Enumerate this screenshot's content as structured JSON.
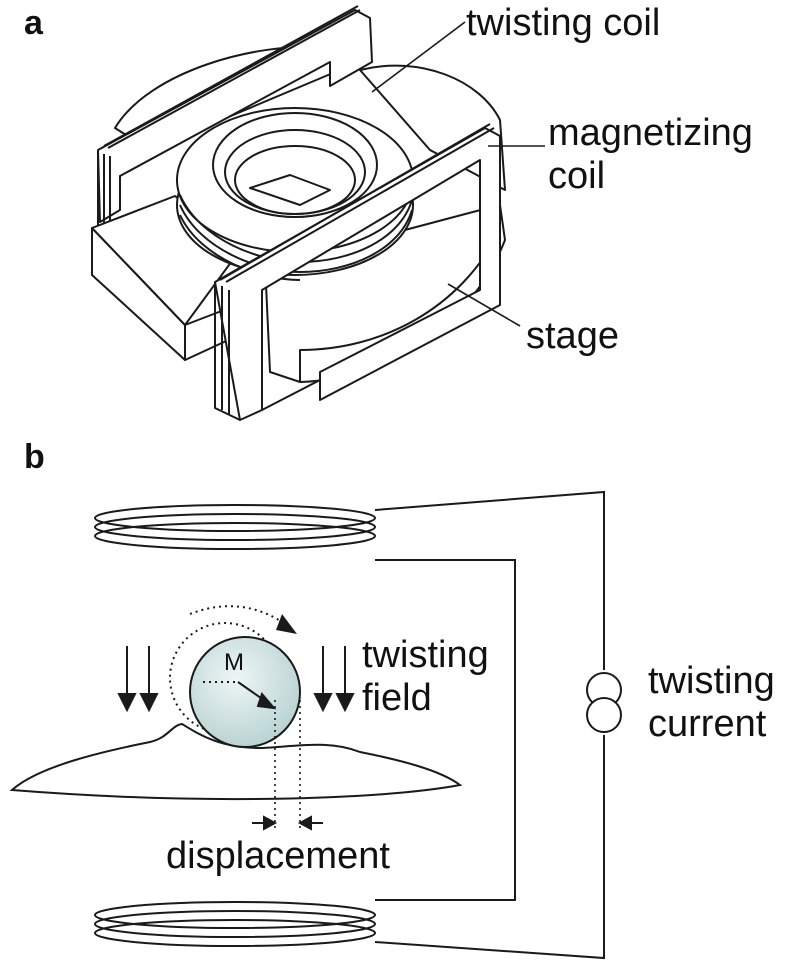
{
  "panels": {
    "a": {
      "label": "a",
      "labels": {
        "twisting_coil": "twisting coil",
        "magnetizing_coil": "magnetizing\ncoil",
        "stage": "stage"
      }
    },
    "b": {
      "label": "b",
      "labels": {
        "twisting_field": "twisting\nfield",
        "twisting_current": "twisting\ncurrent",
        "displacement": "displacement",
        "bead_moment": "M"
      }
    }
  },
  "colors": {
    "line": "#1a1a1a",
    "bead_fill": "#c8dcdc",
    "bead_highlight": "#eef6f6",
    "device_fill": "#ffffff"
  }
}
